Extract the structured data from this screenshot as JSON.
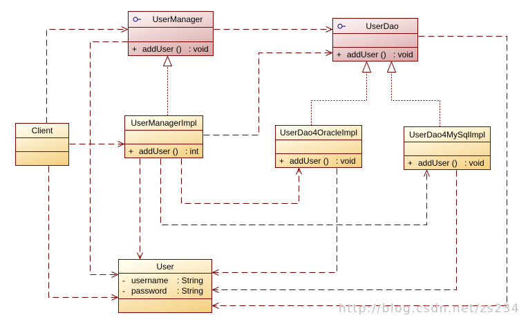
{
  "classes": {
    "user_manager": {
      "name": "UserManager",
      "icon": "interface-icon",
      "operations": [
        {
          "visibility": "+",
          "name": "addUser ()",
          "type": ": void"
        }
      ]
    },
    "user_dao": {
      "name": "UserDao",
      "icon": "interface-icon",
      "operations": [
        {
          "visibility": "+",
          "name": "addUser ()",
          "type": ": void"
        }
      ]
    },
    "client": {
      "name": "Client"
    },
    "user_manager_impl": {
      "name": "UserManagerImpl",
      "operations": [
        {
          "visibility": "+",
          "name": "addUser ()",
          "type": ": int"
        }
      ]
    },
    "user_dao4oracle_impl": {
      "name": "UserDao4OracleImpl",
      "operations": [
        {
          "visibility": "+",
          "name": "addUser ()",
          "type": ": void"
        }
      ]
    },
    "user_dao4mysql_impl": {
      "name": "UserDao4MySqlImpl",
      "operations": [
        {
          "visibility": "+",
          "name": "addUser ()",
          "type": ": void"
        }
      ]
    },
    "user": {
      "name": "User",
      "attributes": [
        {
          "visibility": "-",
          "name": "username",
          "type": ": String"
        },
        {
          "visibility": "-",
          "name": "password",
          "type": ": String"
        }
      ]
    }
  },
  "watermark": "http://blog.csdn.net/zs234",
  "colors": {
    "line": "#800000",
    "border": "#800000",
    "interface_fill_top": "#fbeeee",
    "interface_fill_bottom": "#d9a6a6",
    "class_fill_top": "#fffcec",
    "class_fill_bottom": "#f5cf7f",
    "interface_icon": "#23238b",
    "watermark": "#c2c2c2"
  }
}
